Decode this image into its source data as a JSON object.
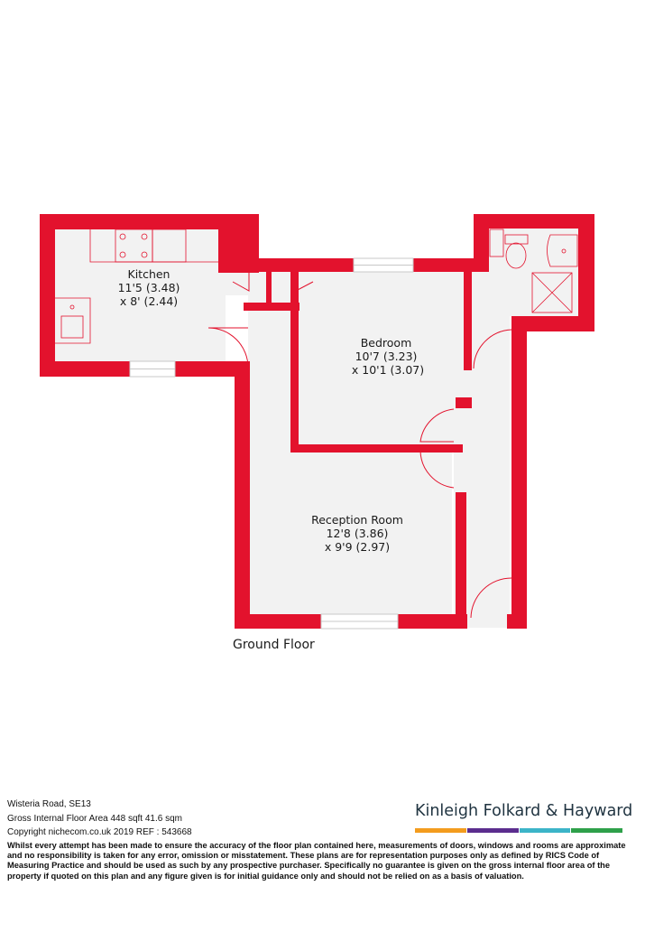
{
  "floor_label": "Ground Floor",
  "rooms": [
    {
      "name": "Kitchen",
      "dim1": "11'5 (3.48)",
      "dim2": "x 8' (2.44)"
    },
    {
      "name": "Bedroom",
      "dim1": "10'7 (3.23)",
      "dim2": "x 10'1 (3.07)"
    },
    {
      "name": "Reception Room",
      "dim1": "12'8 (3.86)",
      "dim2": "x 9'9 (2.97)"
    }
  ],
  "info": {
    "address": "Wisteria Road, SE13",
    "area": "Gross Internal Floor Area 448 sqft 41.6 sqm",
    "copyright": "Copyright nichecom.co.uk 2019 REF : 543668",
    "disclaimer": "Whilst every attempt has been made to ensure the accuracy of the floor plan contained here, measurements of doors, windows and rooms are approximate and no responsibility is taken for any error, omission or misstatement.  These plans are for representation purposes only as defined by RICS Code of Measuring Practice and should be used as such by any prospective purchaser.  Specifically no guarantee is given on the gross internal floor area of the property if quoted on this plan and any figure given is for initial guidance only and should not be relied on as a basis of valuation."
  },
  "brand": {
    "name": "Kinleigh Folkard & Hayward",
    "colors": [
      "#f39c1e",
      "#5b2d8e",
      "#3cb4c8",
      "#2ea04a"
    ]
  },
  "colors": {
    "wall": "#e3122d",
    "floor": "#f2f2f2",
    "fixture": "#e3122d"
  }
}
